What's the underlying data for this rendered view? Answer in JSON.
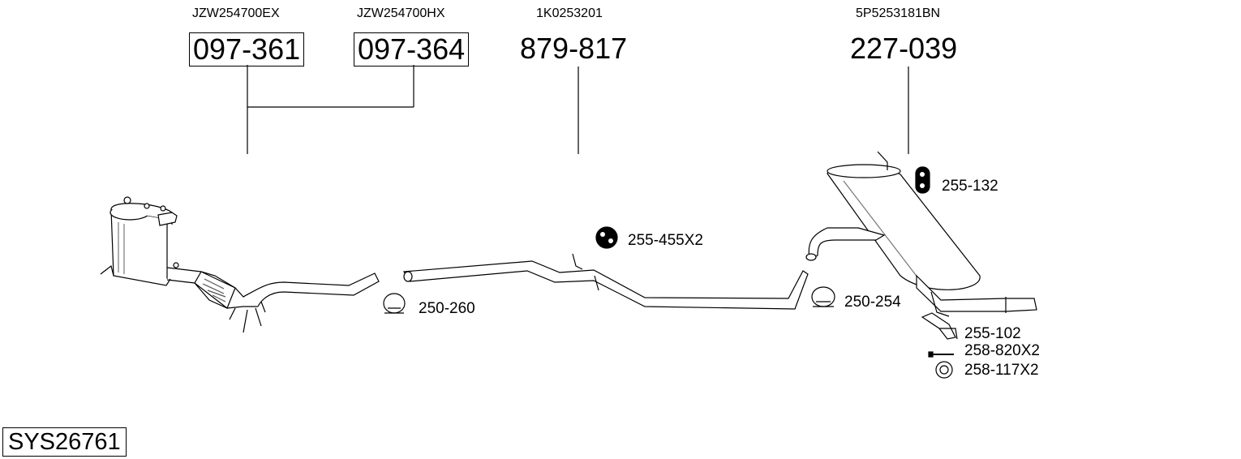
{
  "parts": [
    {
      "oem": "JZW254700EX",
      "number": "097-361"
    },
    {
      "oem": "JZW254700HX",
      "number": "097-364"
    },
    {
      "oem": "1K0253201",
      "number": "879-817"
    },
    {
      "oem": "5P5253181BN",
      "number": "227-039"
    }
  ],
  "accessories": {
    "a1": "255-455X2",
    "a2": "250-260",
    "a3": "250-254",
    "a4": "255-132",
    "a5": "255-102",
    "a6": "258-820X2",
    "a7": "258-117X2"
  },
  "system_code": "SYS26761",
  "icons": [
    "catalytic-converter-icon",
    "front-pipe-icon",
    "middle-pipe-icon",
    "rear-silencer-icon",
    "clamp-icon",
    "rubber-mount-icon",
    "bracket-icon",
    "bolt-icon",
    "washer-icon"
  ]
}
